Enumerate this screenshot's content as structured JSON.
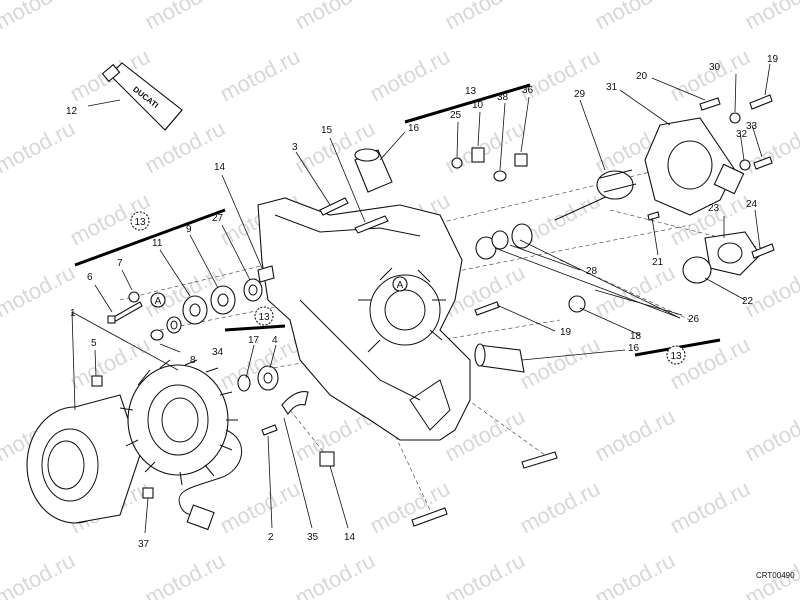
{
  "watermark": "motod.ru",
  "tube_brand": "DUCATI",
  "drawing_code": "CRT00490",
  "circled_labels": {
    "group13_left": "13",
    "group13_mid": "13",
    "group13_right": "13",
    "sealant_a_left": "A",
    "sealant_a_center": "A"
  },
  "callouts": {
    "n1": "1",
    "n2": "2",
    "n3": "3",
    "n4": "4",
    "n5": "5",
    "n6": "6",
    "n7": "7",
    "n8": "8",
    "n9": "9",
    "n10": "10",
    "n11": "11",
    "n12": "12",
    "n13": "13",
    "n14a": "14",
    "n14b": "14",
    "n15": "15",
    "n16a": "16",
    "n16b": "16",
    "n17": "17",
    "n18": "18",
    "n19a": "19",
    "n19b": "19",
    "n20": "20",
    "n21": "21",
    "n22": "22",
    "n23": "23",
    "n24": "24",
    "n25": "25",
    "n26": "26",
    "n27": "27",
    "n28": "28",
    "n29": "29",
    "n30": "30",
    "n31": "31",
    "n32": "32",
    "n33": "33",
    "n34": "34",
    "n35": "35",
    "n36": "36",
    "n37": "37",
    "n38": "38"
  }
}
